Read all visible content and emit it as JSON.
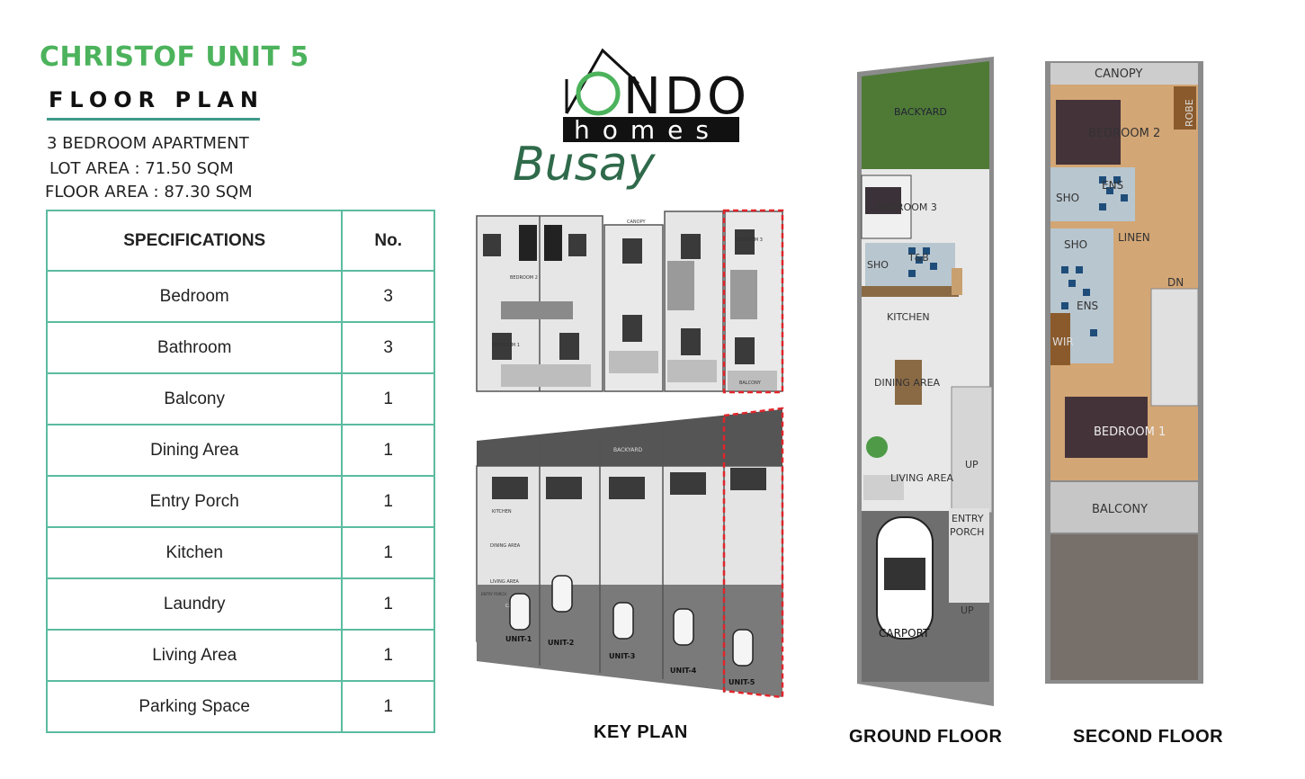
{
  "header": {
    "title": "CHRISTOF UNIT 5",
    "subtitle": "FLOOR PLAN",
    "info": [
      "3 BEDROOM APARTMENT",
      "LOT AREA : 71.50  SQM",
      "FLOOR AREA : 87.30 SQM"
    ]
  },
  "spec_table": {
    "headers": [
      "SPECIFICATIONS",
      "No."
    ],
    "rows": [
      [
        "Bedroom",
        "3"
      ],
      [
        "Bathroom",
        "3"
      ],
      [
        "Balcony",
        "1"
      ],
      [
        "Dining Area",
        "1"
      ],
      [
        "Entry Porch",
        "1"
      ],
      [
        "Kitchen",
        "1"
      ],
      [
        "Laundry",
        "1"
      ],
      [
        "Living Area",
        "1"
      ],
      [
        "Parking Space",
        "1"
      ]
    ]
  },
  "logo": {
    "line1": "NDO",
    "line2": "homes",
    "script": "Busay"
  },
  "key_plan": {
    "caption": "KEY PLAN",
    "upper_labels": [
      "CANOPY",
      "BEDROOM 3",
      "BEDROOM 2",
      "BEDROOM 1",
      "BALCONY"
    ],
    "lower_labels": [
      "BACKYARD",
      "KITCHEN",
      "DINING AREA",
      "LIVING AREA",
      "CARPORT",
      "ENTRY PORCH"
    ],
    "units": [
      "UNIT-1",
      "UNIT-2",
      "UNIT-3",
      "UNIT-4",
      "UNIT-5"
    ]
  },
  "ground_floor": {
    "caption": "GROUND FLOOR",
    "rooms": [
      "BACKYARD",
      "BEDROOM 3",
      "SHO",
      "T&B",
      "KITCHEN",
      "DINING AREA",
      "LIVING AREA",
      "UP",
      "ENTRY",
      "PORCH",
      "UP",
      "CARPORT"
    ]
  },
  "second_floor": {
    "caption": "SECOND FLOOR",
    "rooms": [
      "CANOPY",
      "BEDROOM 2",
      "ROBE",
      "SHO",
      "ENS",
      "SHO",
      "LINEN",
      "DN",
      "ENS",
      "WIR",
      "BEDROOM 1",
      "BALCONY"
    ]
  },
  "colors": {
    "title_green": "#4cb35c",
    "table_border": "#5bbba0",
    "highlight_red": "#e0252b",
    "wood": "#d3a675",
    "grass": "#4e7a36"
  }
}
